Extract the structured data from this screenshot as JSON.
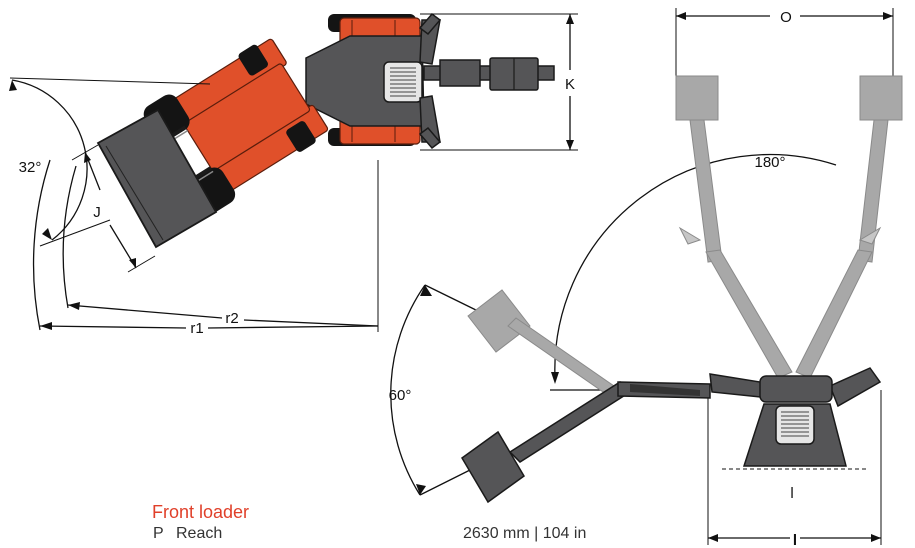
{
  "dimensions": {
    "angle_boom_top": "32°",
    "label_j": "J",
    "label_r2": "r2",
    "label_r1": "r1",
    "label_k": "K",
    "label_o": "O",
    "angle_slew": "180°",
    "angle_swing": "60°",
    "label_l_lower": "l",
    "label_l_bottom": "l"
  },
  "spec": {
    "title": "Front loader",
    "code": "P",
    "name": "Reach",
    "value": "2630 mm  |  104 in"
  },
  "colors": {
    "machine_orange": "#e0502a",
    "title_red": "#e0402a",
    "body_gray": "#555557",
    "ghost_gray": "#a8a8a8"
  }
}
